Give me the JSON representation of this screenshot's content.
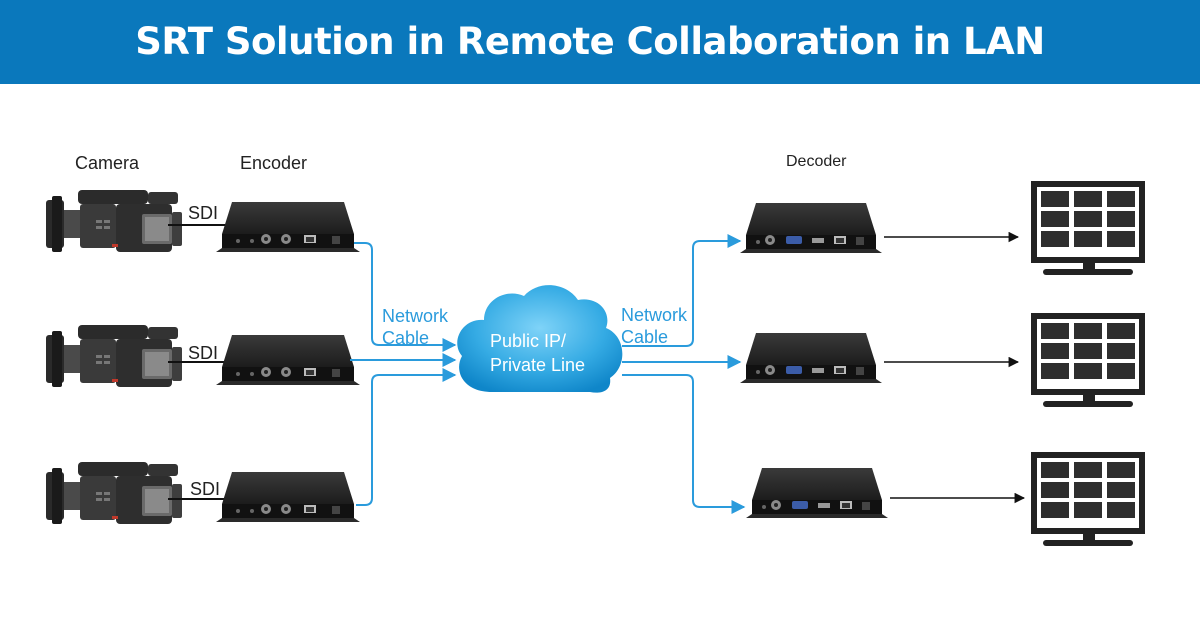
{
  "header": {
    "title": "SRT Solution in Remote Collaboration in LAN"
  },
  "labels": {
    "camera": "Camera",
    "encoder": "Encoder",
    "decoder": "Decoder",
    "sdi": "SDI",
    "network_cable": "Network Cable",
    "network_cable_lines": [
      "Network",
      "Cable"
    ],
    "cloud_lines": [
      "Public IP/",
      "Private Line"
    ]
  },
  "colors": {
    "banner": "#0a78bc",
    "link": "#2a9bdc",
    "cloud_dark": "#1292d3",
    "cloud_light": "#6cc8f4",
    "device": "#2b2b2b"
  },
  "icons": {
    "camera": "video-camera-icon",
    "encoder": "encoder-box-icon",
    "decoder": "decoder-box-icon",
    "monitor": "monitor-grid-icon",
    "cloud": "cloud-icon"
  }
}
